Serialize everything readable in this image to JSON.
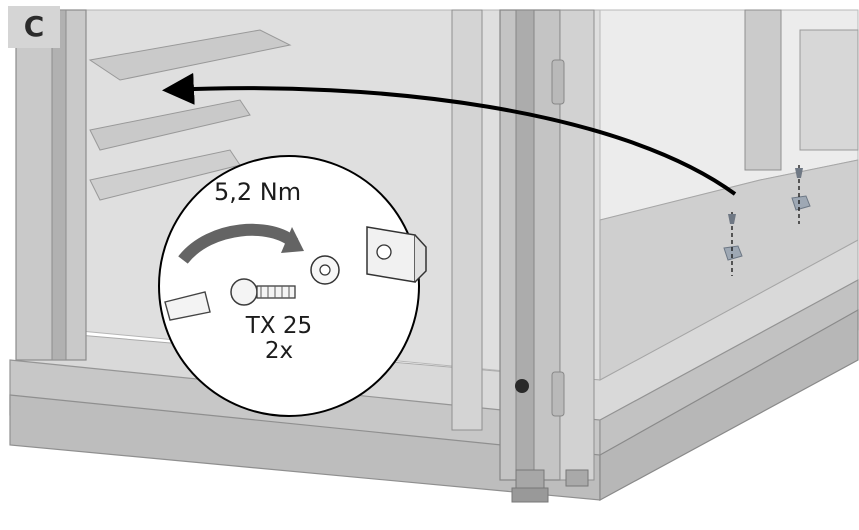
{
  "step": {
    "label": "C"
  },
  "callout": {
    "torque": "5,2 Nm",
    "tool": "TX 25",
    "quantity": "2x"
  }
}
